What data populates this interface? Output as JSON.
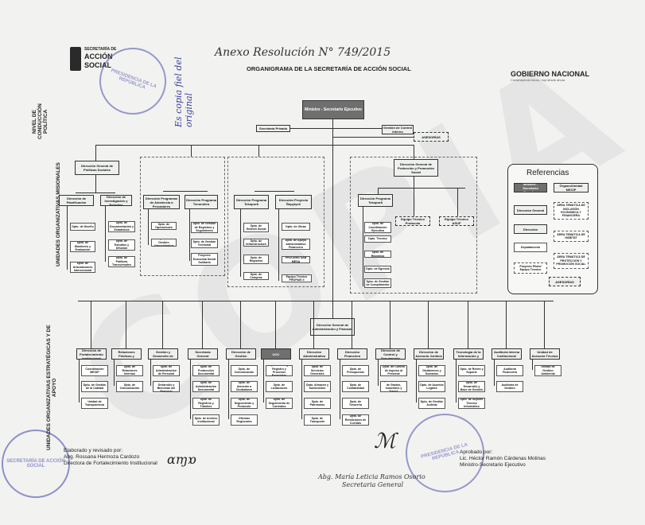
{
  "header": {
    "handwritten_title": "Anexo Resolución N° 749/2015",
    "title": "ORGANIGRAMA DE LA SECRETARÍA DE ACCIÓN SOCIAL",
    "logo_left": {
      "line1": "SECRETARÍA DE",
      "line2": "ACCIÓN",
      "line3": "SOCIAL"
    },
    "logo_right": {
      "line1": "GOBIERNO NACIONAL",
      "line2": "Construyendo futuro, hoy desde ahora"
    },
    "copy_note": "Es copia fiel del original"
  },
  "side_labels": {
    "political": "NIVEL DE CONDUCCIÓN POLÍTICA",
    "missional": "UNIDADES ORGANIZATIVAS MISIONALES",
    "strategic": "UNIDADES ORGANIZATIVAS ESTRATÉGICAS Y DE APOYO"
  },
  "top": {
    "minister": "Ministro - Secretario Ejecutivo",
    "private_secretary": "Secretaría Privada",
    "internal_control": "Gestión de Control Interno",
    "advisory": "ASESORÍAS"
  },
  "missional": {
    "dg_social": "Dirección General de Políticas Sociales",
    "planning": "Dirección de Planificación",
    "research": "Dirección de Investigación y Estudios",
    "planning_subs": [
      "Dpto. de Diseño",
      "Dpto. de Monitoreo y Evaluación",
      "Dpto. de Articulaciones Intersectorial"
    ],
    "research_subs": [
      "Dpto. de Documentación y Estadística",
      "Dpto. de Estudios y Difusión",
      "Dpto. de Políticas Transversales"
    ],
    "prog1": "Dirección Programas de Asistencia a Pescadores",
    "prog2": "Dirección Programa Tenondera",
    "prog1_subs": [
      "Dpto. de Operaciones",
      "Dpto. de Gestión Administrativa"
    ],
    "prog2_subs": [
      "Dpto. de Gestión de Registros y Seguimiento",
      "Dpto. de Gestión Territorial",
      "Proyecto Economía Social Solidaria"
    ],
    "prog3": "Dirección Programa Tekoporã",
    "prog4": "Dirección Proyecto Ñopytyvô",
    "prog3_subs": [
      "Dpto. de Gestión Social",
      "Dpto. de Infraestructura",
      "Dpto. de Registros",
      "Dpto. de Compras"
    ],
    "prog4_subs": [
      "Dpto. de Obras",
      "Dpto. de Apoyo Administrativo Financiero",
      "PROCEMS SAB MESA",
      "Equipo Técnico PROPAIS II"
    ],
    "dg_protection": "Dirección General de Protección y Promoción Social",
    "prog5": "Dirección Programa Tekoporã",
    "prog5_subs": [
      "Dpto. de Coordinación Ejecutiva",
      "Dpto. Técnico",
      "Dpto. de Registros",
      "Dpto. de Egresos",
      "Dpto. de Gestión de Cumplimiento"
    ],
    "protocol": "Equipo Técnico Protocolo",
    "asuf": "Equipo Técnico ASUF"
  },
  "legend": {
    "title": "Referencias",
    "items": [
      "Ministro - Secretario Ejecutivo",
      "Órgano/Unidad MECIP",
      "Dirección General",
      "ÁREA TEMÁTICA DE INCLUSIÓN ECONÓMICA Y FINANCIERA",
      "Dirección",
      "ÁREA TEMÁTICA DE HÁBITAT",
      "Departamento",
      "ÁREA TEMÁTICA DE PROTECCIÓN Y PROMOCIÓN SOCIAL",
      "Proyecto Piloto/ Equipo Técnico",
      "ASESORÍAS"
    ]
  },
  "support": {
    "dg_admin": "Dirección General de Administración y Finanzas",
    "units": [
      {
        "name": "Dirección de Fortalecimiento Institucional",
        "subs": [
          "Coordinación MECIP",
          "Dpto. de Gestión de la Calidad",
          "Unidad de Transparencia"
        ]
      },
      {
        "name": "Dirección de Relaciones Públicas y Comunicación",
        "subs": [
          "Dpto. de Relaciones Internas",
          "Dpto. de Comunicación"
        ]
      },
      {
        "name": "Dirección de Gestión y Desarrollo de Personas",
        "subs": [
          "Dpto. de Administración de Personal",
          "Dpto. de Desarrollo y Bienestar del Personal"
        ]
      },
      {
        "name": "Secretaría General",
        "subs": [
          "Dpto. de Producción Documental",
          "Dpto. de Administración Documental",
          "Dpto. de Registros y Trámites",
          "Dpto. de Archivo Institucional"
        ]
      },
      {
        "name": "Dirección de Gestión",
        "subs": [
          "Dpto. de Comunicación",
          "Dpto. de Atención a Ciudadanos",
          "Dpto. de Seguimiento y Protocolo",
          "Oficinas Regionales"
        ]
      },
      {
        "name": "UOC",
        "subs": [
          "Dpto. de Prog. Registro y Procesos Especiales",
          "Dpto. de Licitaciones",
          "Dpto. de Seguimiento de Contratos"
        ]
      },
      {
        "name": "Dirección Administrativa",
        "subs": [
          "Dpto. de Servicios Generales",
          "Dpto. Almacén y Suministros",
          "Dpto. de Patrimonio",
          "Dpto. de Transporte"
        ]
      },
      {
        "name": "Dirección Financiera",
        "subs": [
          "Dpto. de Presupuesto",
          "Dpto. de Contabilidad",
          "Dpto. de Tesorería",
          "Dpto. de Rendiciones de Cuentas"
        ]
      },
      {
        "name": "Dirección de Control y Seguimiento",
        "subs": [
          "Dpto. de Control de Ingreso al Personal",
          "Dpto. de Control de Gastos, Inmuebles y Transf."
        ]
      },
      {
        "name": "Dirección de Asesoría Jurídica",
        "subs": [
          "Dpto. de Dictámenes y Sumarios",
          "Dpto. de Asuntos Legales",
          "Dpto. de Gestión Judicial"
        ]
      },
      {
        "name": "Dirección de Tecnología de la Información y Comunicación",
        "subs": [
          "Dpto. de Redes y Soporte",
          "Dpto. de Desarrollo y Base de Gestión",
          "Dpto. de Soporte Técnico Informático"
        ]
      },
      {
        "name": "Auditoría Interna Institucional",
        "subs": [
          "Auditoría Financiera",
          "Auditoría de Gestión"
        ]
      },
      {
        "name": "Unidad de Asesoría Técnica",
        "subs": [
          "Unidad de Gestión Ambiental"
        ]
      }
    ]
  },
  "signatures": {
    "left": {
      "line1": "Elaborado y revisado por:",
      "line2": "Abg. Rossana Hermoza Cardozo",
      "line3": "Directora de Fortalecimiento Institucional"
    },
    "center": {
      "line1": "Abg. María Leticia Ramos Osorio",
      "line2": "Secretaria General"
    },
    "right": {
      "line1": "Aprobado por:",
      "line2": "Lic. Héctor Ramón Cárdenas Molinas",
      "line3": "Ministro-Secretario Ejecutivo"
    }
  },
  "watermark": "COPIA",
  "stamps": [
    "PRESIDENCIA DE LA REPÚBLICA",
    "SECRETARÍA DE ACCIÓN SOCIAL"
  ]
}
